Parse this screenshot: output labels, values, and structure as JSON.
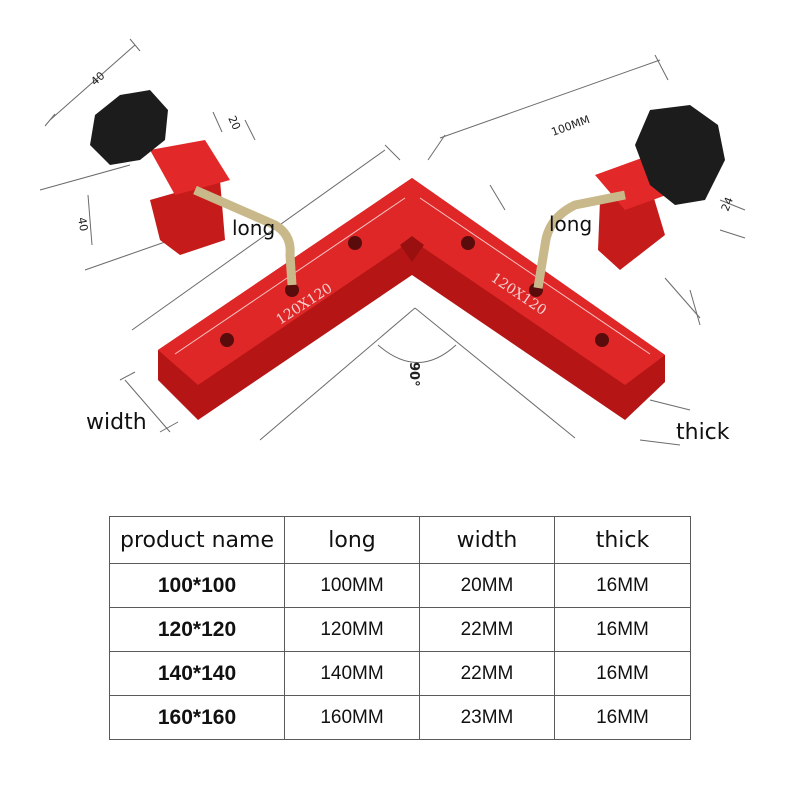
{
  "figure": {
    "labels": {
      "long_left": "long",
      "long_right": "long",
      "width": "width",
      "thick": "thick"
    },
    "dimensions": {
      "knob": "40",
      "knob_height": "40",
      "block": "20",
      "leg": "100MM",
      "clamp": "24",
      "angle": "90°"
    },
    "engraving": "120X120",
    "colors": {
      "body": "#e02727",
      "body_dark": "#b51515",
      "knob": "#1c1c1c",
      "screw": "#c9b98a"
    }
  },
  "table": {
    "headers": [
      "product name",
      "long",
      "width",
      "thick"
    ],
    "rows": [
      [
        "100*100",
        "100MM",
        "20MM",
        "16MM"
      ],
      [
        "120*120",
        "120MM",
        "22MM",
        "16MM"
      ],
      [
        "140*140",
        "140MM",
        "22MM",
        "16MM"
      ],
      [
        "160*160",
        "160MM",
        "23MM",
        "16MM"
      ]
    ]
  }
}
